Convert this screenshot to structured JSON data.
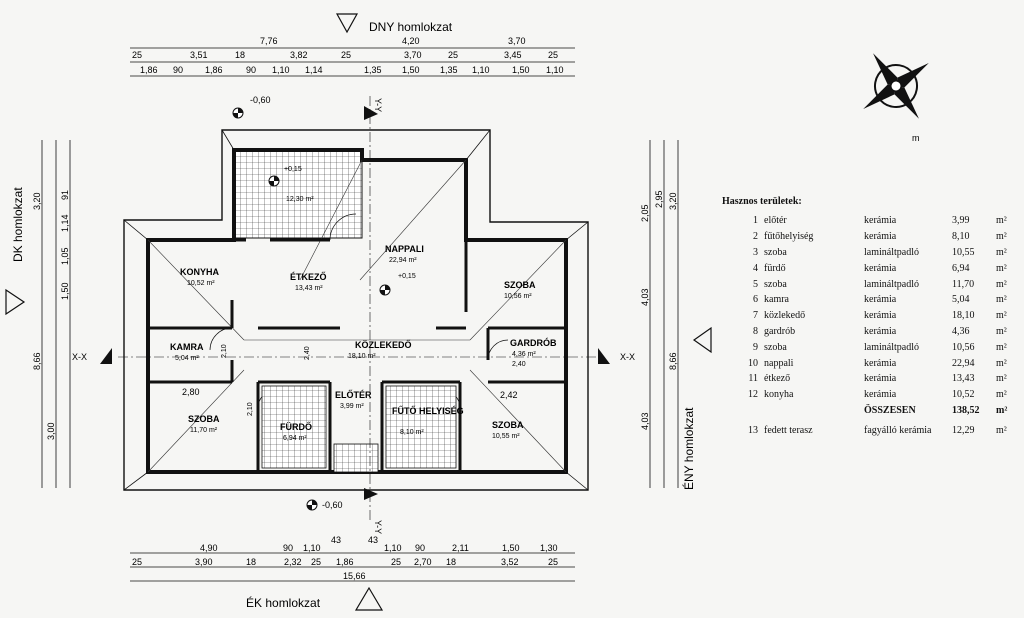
{
  "facades": {
    "top": "DNY homlokzat",
    "bottom": "ÉK homlokzat",
    "left": "DK homlokzat",
    "right": "ÉNY homlokzat"
  },
  "axes": {
    "x_left": "X-X",
    "x_right": "X-X",
    "y_top": "Y-Y",
    "y_bottom": "Y-Y"
  },
  "levels": {
    "top": "-0,60",
    "bottom": "-0,60"
  },
  "dims_top_row1": [
    "7,76",
    "4,20",
    "3,70"
  ],
  "dims_top_row2": [
    "25",
    "3,51",
    "18",
    "3,82",
    "25",
    "3,70",
    "25",
    "3,45",
    "25"
  ],
  "dims_top_row3": [
    "1,86",
    "90",
    "1,86",
    "90",
    "1,10",
    "1,14",
    "1,35",
    "1,50",
    "1,35",
    "1,10",
    "1,50",
    "1,10"
  ],
  "dims_bottom_row1": [
    "4,90",
    "90",
    "1,10",
    "43",
    "43",
    "1,10",
    "90",
    "2,11",
    "1,50",
    "1,30"
  ],
  "dims_bottom_row2": [
    "25",
    "3,90",
    "18",
    "2,32",
    "25",
    "1,86",
    "25",
    "2,70",
    "18",
    "3,52",
    "25"
  ],
  "dims_bottom_total": "15,66",
  "dims_left": [
    "3,20",
    "8,66",
    "3,00",
    "1,50",
    "1,05",
    "1,14",
    "91"
  ],
  "dims_right": [
    "3,20",
    "8,66",
    "4,03",
    "4,03",
    "2,95",
    "2,05"
  ],
  "rooms": [
    {
      "name": "KONYHA",
      "area": "10,52 m²"
    },
    {
      "name": "ÉTKEZŐ",
      "area": "13,43 m²"
    },
    {
      "name": "NAPPALI",
      "area": "22,94 m²"
    },
    {
      "name": "SZOBA",
      "area": "10,56 m²"
    },
    {
      "name": "KAMRA",
      "area": "5,04 m²"
    },
    {
      "name": "KÖZLEKEDŐ",
      "area": "18,10 m²"
    },
    {
      "name": "GARDRÓB",
      "area": "4,36 m²"
    },
    {
      "name": "SZOBA",
      "area": "11,70 m²"
    },
    {
      "name": "FÜRDŐ",
      "area": "6,94 m²"
    },
    {
      "name": "ELŐTÉR",
      "area": "3,99 m²"
    },
    {
      "name": "FŰTŐ HELYISÉG",
      "area": "8,10 m²"
    },
    {
      "name": "SZOBA",
      "area": "10,55 m²"
    },
    {
      "name": "",
      "area": "12,30 m²"
    }
  ],
  "room_levels": [
    "+0,15",
    "+0,15"
  ],
  "wall_dims": [
    "2,80",
    "2,42",
    "2,40",
    "2,10",
    "2,40",
    "2,10"
  ],
  "legend": {
    "title": "Hasznos területek:",
    "rows": [
      {
        "no": "1",
        "name": "előtér",
        "material": "kerámia",
        "area": "3,99",
        "unit": "m²"
      },
      {
        "no": "2",
        "name": "fűtőhelyiség",
        "material": "kerámia",
        "area": "8,10",
        "unit": "m²"
      },
      {
        "no": "3",
        "name": "szoba",
        "material": "lamináltpadló",
        "area": "10,55",
        "unit": "m²"
      },
      {
        "no": "4",
        "name": "fürdő",
        "material": "kerámia",
        "area": "6,94",
        "unit": "m²"
      },
      {
        "no": "5",
        "name": "szoba",
        "material": "lamináltpadló",
        "area": "11,70",
        "unit": "m²"
      },
      {
        "no": "6",
        "name": "kamra",
        "material": "kerámia",
        "area": "5,04",
        "unit": "m²"
      },
      {
        "no": "7",
        "name": "közlekedő",
        "material": "kerámia",
        "area": "18,10",
        "unit": "m²"
      },
      {
        "no": "8",
        "name": "gardrób",
        "material": "kerámia",
        "area": "4,36",
        "unit": "m²"
      },
      {
        "no": "9",
        "name": "szoba",
        "material": "lamináltpadló",
        "area": "10,56",
        "unit": "m²"
      },
      {
        "no": "10",
        "name": "nappali",
        "material": "kerámia",
        "area": "22,94",
        "unit": "m²"
      },
      {
        "no": "11",
        "name": "étkező",
        "material": "kerámia",
        "area": "13,43",
        "unit": "m²"
      },
      {
        "no": "12",
        "name": "konyha",
        "material": "kerámia",
        "area": "10,52",
        "unit": "m²"
      }
    ],
    "total": {
      "name": "ÖSSZESEN",
      "area": "138,52",
      "unit": "m²"
    },
    "terrace": {
      "no": "13",
      "name": "fedett terasz",
      "material": "fagyálló kerámia",
      "area": "12,29",
      "unit": "m²"
    }
  },
  "compass_label": "m"
}
